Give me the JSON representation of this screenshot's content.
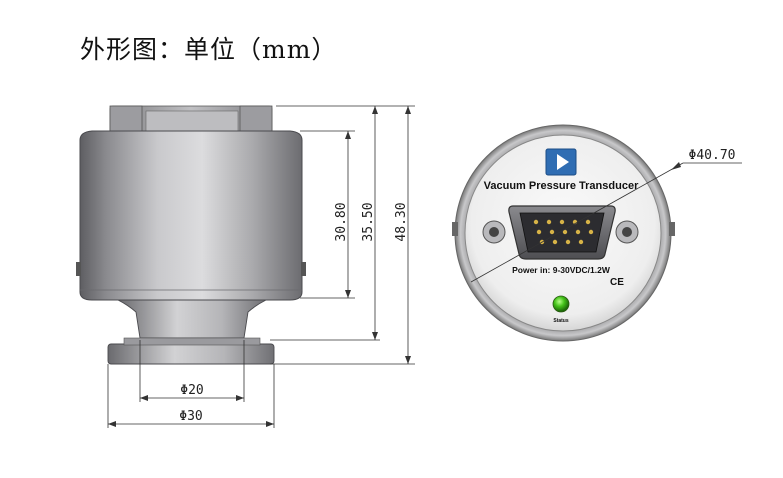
{
  "title": "外形图：单位（mm）",
  "dimensions": {
    "height_body": "30.80",
    "height_flange_top": "35.50",
    "height_total": "48.30",
    "dia_neck": "Φ20",
    "dia_flange": "Φ30",
    "dia_face": "Φ40.70"
  },
  "faceplate": {
    "product_name": "Vacuum Pressure Transducer",
    "power": "Power in: 9-30VDC/1.2W",
    "ce_mark": "CE",
    "status_label": "Status"
  },
  "colors": {
    "status_led": "#44c21a",
    "logo_blue": "#2f6db3"
  }
}
